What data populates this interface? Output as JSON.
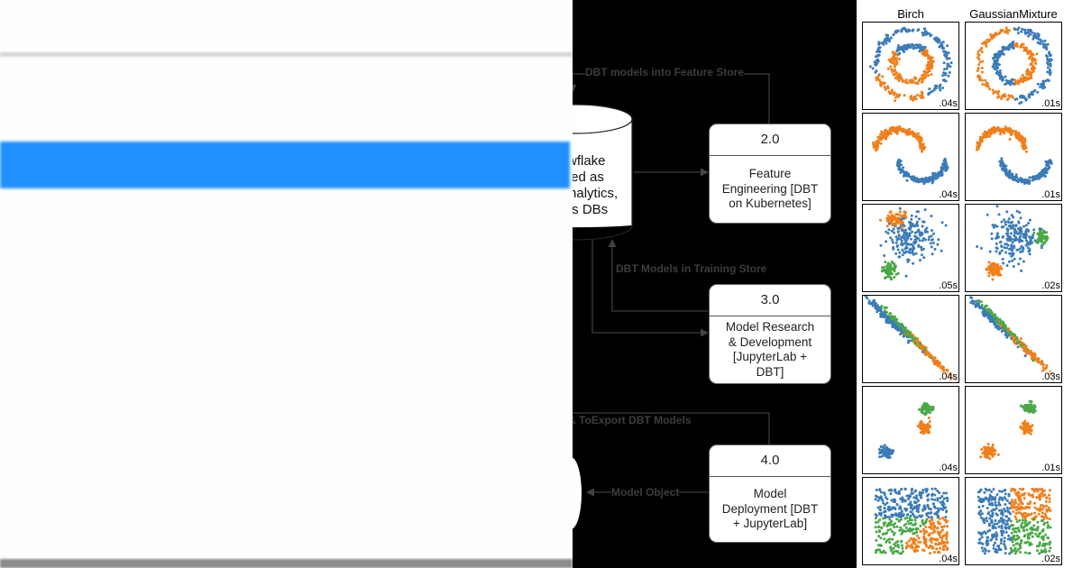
{
  "diagram": {
    "connector_labels": {
      "feature_store": "DBT models into Feature Store",
      "training_store": "DBT Models in Training Store",
      "export": "& ToExport DBT Models",
      "model_object": "Model Object"
    },
    "database": {
      "lines": [
        "wflake",
        "ted as",
        "Analytics,",
        "rts DBs"
      ]
    },
    "processes": [
      {
        "id": "feature-engineering",
        "number": "2.0",
        "lines": [
          "Feature",
          "Engineering [DBT",
          "on Kubernetes]"
        ]
      },
      {
        "id": "model-research",
        "number": "3.0",
        "lines": [
          "Model Research",
          "& Development",
          "[JupyterLab +",
          "DBT]"
        ]
      },
      {
        "id": "model-deployment",
        "number": "4.0",
        "lines": [
          "Model",
          "Deployment [DBT",
          "+ JupyterLab]"
        ]
      }
    ],
    "colors": {
      "background": "#000000",
      "box": "#ffffff",
      "line": "#3c3c3c",
      "label": "#3d3d3d"
    }
  },
  "clustering": {
    "columns": [
      "Birch",
      "GaussianMixture"
    ],
    "colors": {
      "blue": "#3b7bb8",
      "orange": "#f07f1a",
      "green": "#4aa846"
    },
    "rows": [
      {
        "dataset": "noisy-circles",
        "times": [
          ".04s",
          ".01s"
        ]
      },
      {
        "dataset": "noisy-moons",
        "times": [
          ".04s",
          ".01s"
        ]
      },
      {
        "dataset": "varied-blobs",
        "times": [
          ".05s",
          ".02s"
        ]
      },
      {
        "dataset": "anisotropic-blobs",
        "times": [
          ".04s",
          ".03s"
        ]
      },
      {
        "dataset": "blobs",
        "times": [
          ".04s",
          ".01s"
        ]
      },
      {
        "dataset": "no-structure",
        "times": [
          ".04s",
          ".02s"
        ]
      }
    ]
  }
}
